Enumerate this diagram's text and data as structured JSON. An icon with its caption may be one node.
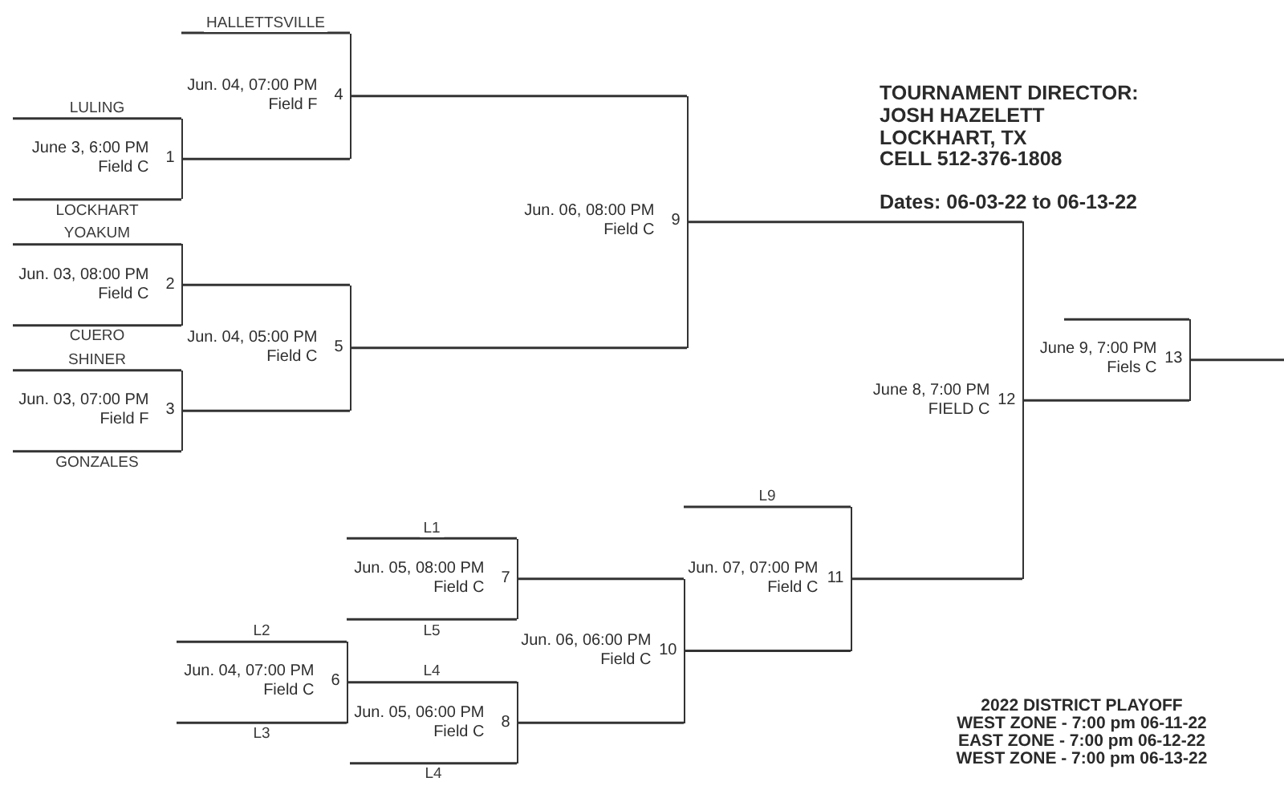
{
  "diagram": {
    "nodes": [
      {
        "text": [
          "June 3, 6:00 PM Field C",
          "1"
        ]
      },
      {
        "text": [
          "Jun. 03, 08:00 PM Field C",
          "2"
        ]
      },
      {
        "text": [
          "Jun. 03, 07:00 PM Field F",
          "3"
        ]
      },
      {
        "text": [
          "Jun. 04, 07:00 PM Field F",
          "4"
        ]
      },
      {
        "text": [
          "Jun. 04, 05:00 PM Field C",
          "5"
        ]
      },
      {
        "text": [
          "Jun. 04, 07:00 PM Field C",
          "6"
        ]
      },
      {
        "text": [
          "Jun. 05, 08:00 PM Field C",
          "7"
        ]
      },
      {
        "text": [
          "Jun. 05, 06:00 PM Field C",
          "8"
        ]
      },
      {
        "text": [
          "Jun. 06, 08:00 PM Field C",
          "9"
        ]
      },
      {
        "text": [
          "Jun. 06, 06:00 PM Field C",
          "10"
        ]
      },
      {
        "text": [
          "Jun. 07, 07:00 PM Field C",
          "11"
        ]
      },
      {
        "text": [
          "June 8, 7:00 PM FIELD C",
          "12"
        ]
      },
      {
        "text": [
          "June 9, 7:00 PM Fiels C",
          "13"
        ]
      }
    ],
    "edges": [
      {
        "from": null,
        "to": 0,
        "arrow": "none",
        "label": "LULING"
      },
      {
        "from": null,
        "to": 0,
        "arrow": "none",
        "label": "LOCKHART"
      },
      {
        "from": null,
        "to": 1,
        "arrow": "none",
        "label": "YOAKUM"
      },
      {
        "from": null,
        "to": 1,
        "arrow": "none",
        "label": "CUERO"
      },
      {
        "from": null,
        "to": 2,
        "arrow": "none",
        "label": "SHINER"
      },
      {
        "from": null,
        "to": 2,
        "arrow": "none",
        "label": "GONZALES"
      },
      {
        "from": null,
        "to": 3,
        "arrow": "none",
        "label": "HALLETTSVILLE"
      },
      {
        "from": 0,
        "to": 3,
        "arrow": "none"
      },
      {
        "from": 1,
        "to": 4,
        "arrow": "none"
      },
      {
        "from": 2,
        "to": 4,
        "arrow": "none"
      },
      {
        "from": 3,
        "to": 8,
        "arrow": "none"
      },
      {
        "from": 4,
        "to": 8,
        "arrow": "none"
      },
      {
        "from": null,
        "to": 6,
        "arrow": "none",
        "label": "L1"
      },
      {
        "from": null,
        "to": 6,
        "arrow": "none",
        "label": "L5"
      },
      {
        "from": null,
        "to": 5,
        "arrow": "none",
        "label": "L2"
      },
      {
        "from": null,
        "to": 5,
        "arrow": "none",
        "label": "L3"
      },
      {
        "from": 5,
        "to": 7,
        "arrow": "none",
        "label": "L4"
      },
      {
        "from": null,
        "to": 7,
        "arrow": "none",
        "label": "L4"
      },
      {
        "from": 6,
        "to": 9,
        "arrow": "none"
      },
      {
        "from": 7,
        "to": 9,
        "arrow": "none"
      },
      {
        "from": null,
        "to": 10,
        "arrow": "none",
        "label": "L9"
      },
      {
        "from": 9,
        "to": 10,
        "arrow": "none"
      },
      {
        "from": 8,
        "to": 11,
        "arrow": "none"
      },
      {
        "from": 10,
        "to": 11,
        "arrow": "none"
      },
      {
        "from": null,
        "to": 12,
        "arrow": "none"
      },
      {
        "from": 11,
        "to": 12,
        "arrow": "none"
      },
      {
        "from": 12,
        "to": null,
        "arrow": "none"
      }
    ],
    "labels": [
      "TOURNAMENT DIRECTOR:",
      "JOSH HAZELETT",
      "LOCKHART, TX",
      "CELL 512-376-1808",
      "Dates: 06-03-22 to 06-13-22",
      "2022 DISTRICT PLAYOFF",
      "WEST ZONE - 7:00 pm 06-11-22",
      "EAST ZONE - 7:00 pm 06-12-22",
      "WEST ZONE - 7:00 pm 06-13-22"
    ]
  }
}
